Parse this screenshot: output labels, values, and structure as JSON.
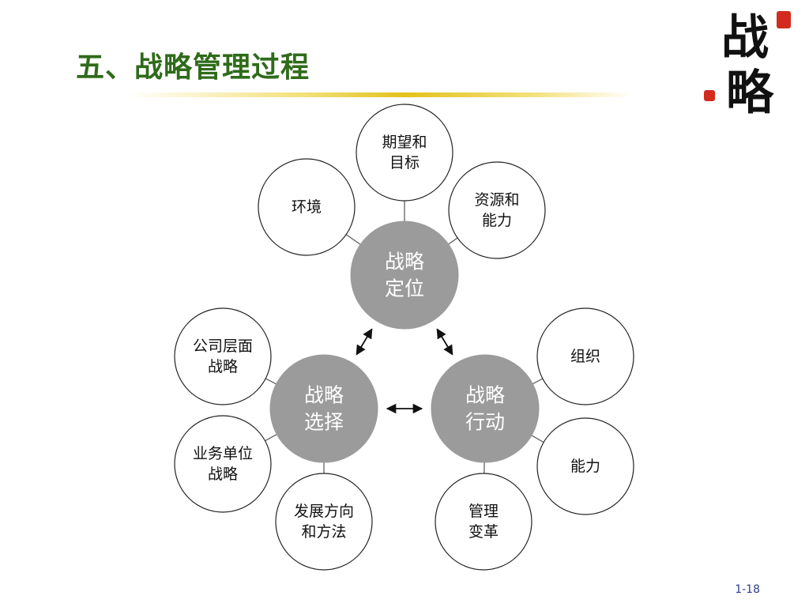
{
  "header": {
    "title": "五、战略管理过程"
  },
  "logo": {
    "char1": "战",
    "char2": "略"
  },
  "footer": {
    "slide_number": "1-18"
  },
  "colors": {
    "title": "#2f6b1a",
    "hub": "#9b9b9b",
    "accent": "#e2c21c",
    "seal": "#d32a1e"
  },
  "diagram": {
    "hubs": [
      {
        "id": "positioning",
        "lines": [
          "战略",
          "定位"
        ]
      },
      {
        "id": "choice",
        "lines": [
          "战略",
          "选择"
        ]
      },
      {
        "id": "action",
        "lines": [
          "战略",
          "行动"
        ]
      }
    ],
    "satellites": [
      {
        "id": "expectations",
        "lines": [
          "期望和",
          "目标"
        ]
      },
      {
        "id": "environment",
        "lines": [
          "环境"
        ]
      },
      {
        "id": "resources",
        "lines": [
          "资源和",
          "能力"
        ]
      },
      {
        "id": "corporate",
        "lines": [
          "公司层面",
          "战略"
        ]
      },
      {
        "id": "business",
        "lines": [
          "业务单位",
          "战略"
        ]
      },
      {
        "id": "direction",
        "lines": [
          "发展方向",
          "和方法"
        ]
      },
      {
        "id": "organization",
        "lines": [
          "组织"
        ]
      },
      {
        "id": "enabling",
        "lines": [
          "能力"
        ]
      },
      {
        "id": "change",
        "lines": [
          "管理",
          "变革"
        ]
      }
    ],
    "links": [
      [
        "positioning",
        "expectations"
      ],
      [
        "positioning",
        "environment"
      ],
      [
        "positioning",
        "resources"
      ],
      [
        "choice",
        "corporate"
      ],
      [
        "choice",
        "business"
      ],
      [
        "choice",
        "direction"
      ],
      [
        "action",
        "organization"
      ],
      [
        "action",
        "enabling"
      ],
      [
        "action",
        "change"
      ]
    ],
    "arrows": [
      [
        "positioning",
        "choice"
      ],
      [
        "positioning",
        "action"
      ],
      [
        "choice",
        "action"
      ]
    ]
  }
}
